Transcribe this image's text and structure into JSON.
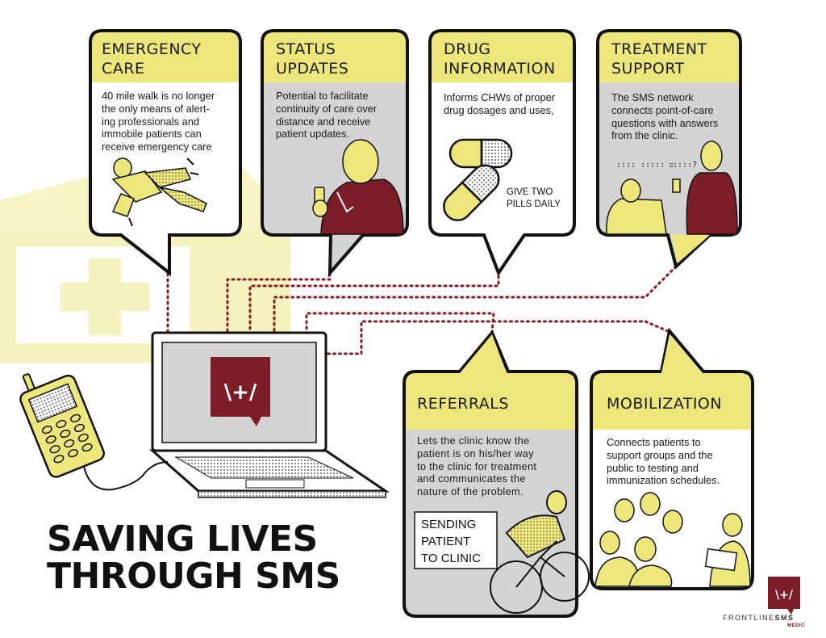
{
  "headline": {
    "line1": "SAVING LIVES",
    "line2": "THROUGH SMS"
  },
  "bubbles": [
    {
      "id": "emergency",
      "title_line1": "EMERGENCY",
      "title_line2": "CARE",
      "body": [
        "40 mile walk is no longer",
        "the only means of alert-",
        "ing professionals and",
        "immobile patients can",
        "receive emergency care"
      ]
    },
    {
      "id": "status",
      "title_line1": "STATUS",
      "title_line2": "UPDATES",
      "body": [
        "Potential to facilitate",
        "continuity of care over",
        "distance and receive",
        "patient updates."
      ]
    },
    {
      "id": "drug",
      "title_line1": "DRUG",
      "title_line2": "INFORMATION",
      "body": [
        "Informs CHWs of proper",
        "drug dosages and uses,"
      ],
      "pill_label_line1": "GIVE TWO",
      "pill_label_line2": "PILLS DAILY"
    },
    {
      "id": "treatment",
      "title_line1": "TREATMENT",
      "title_line2": "SUPPORT",
      "body": [
        "The SMS network",
        "connects point-of-care",
        "questions with answers",
        "from the clinic."
      ]
    },
    {
      "id": "referrals",
      "title_line1": "REFERRALS",
      "body": [
        "Lets the clinic know the",
        "patient is on his/her way",
        "to the clinic for treatment",
        "and communicates the",
        "nature of the problem."
      ],
      "sign_line1": "SENDING",
      "sign_line2": "PATIENT",
      "sign_line3": "TO CLINIC"
    },
    {
      "id": "mobilization",
      "title_line1": "MOBILIZATION",
      "body": [
        "Connects patients to",
        "support groups and the",
        "public to testing and",
        "immunization schedules."
      ]
    }
  ],
  "logo": {
    "brand_a": "FRONTLINE",
    "brand_b": "SMS",
    "brand_c": "MEDIC"
  },
  "colors": {
    "yellow": "#ede77b",
    "gray": "#d4d4d4",
    "maroon": "#7c1d27",
    "ink": "#111111",
    "dots": "#8b1a22",
    "bg_yellow": "#f7f4c6"
  }
}
